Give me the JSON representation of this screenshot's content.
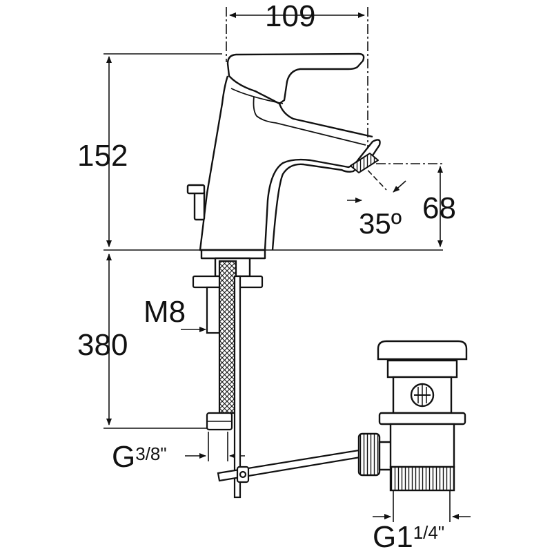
{
  "drawing": {
    "dimensions": {
      "width_top": "109",
      "height_tap": "152",
      "spout_height": "68",
      "spout_angle": "35º",
      "hose_length": "380",
      "stud_thread": "M8"
    },
    "connections": {
      "hose_thread_prefix": "G",
      "hose_thread_fraction": "3/8\"",
      "waste_thread_prefix": "G",
      "waste_thread_main": "1",
      "waste_thread_fraction": "1/4\""
    },
    "colors": {
      "line": "#111111",
      "background": "#ffffff"
    }
  }
}
